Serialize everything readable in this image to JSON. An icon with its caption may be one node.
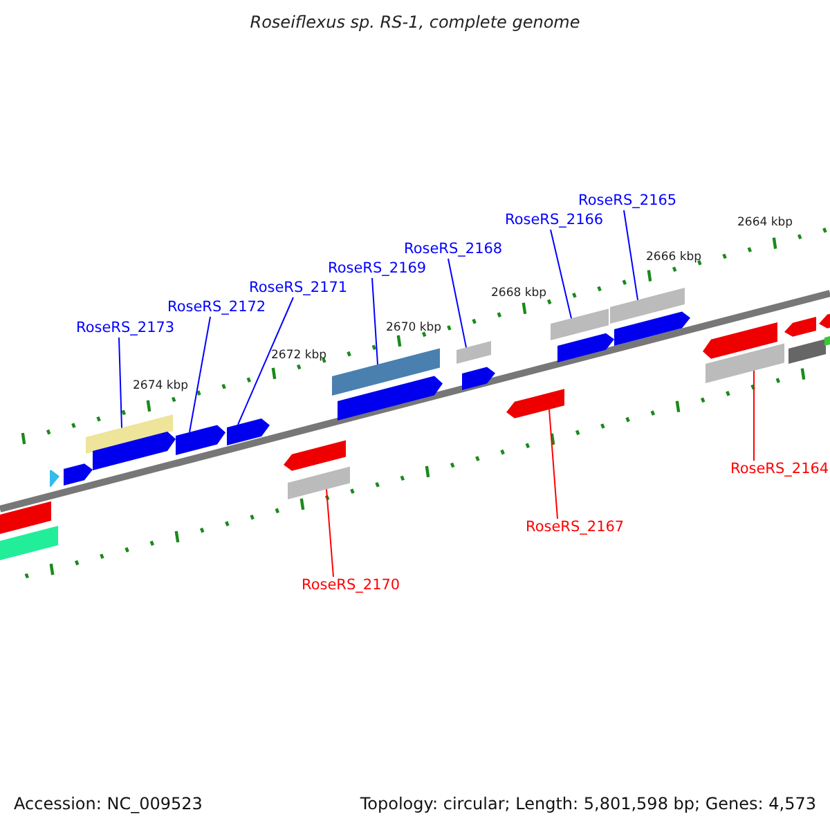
{
  "diagram": {
    "title": "Roseiflexus sp. RS-1, complete genome",
    "nodes": [
      {
        "text": [
          "RoseRS_2165"
        ]
      },
      {
        "text": [
          "RoseRS_2166"
        ]
      },
      {
        "text": [
          "RoseRS_2168"
        ]
      },
      {
        "text": [
          "RoseRS_2169"
        ]
      },
      {
        "text": [
          "RoseRS_2171"
        ]
      },
      {
        "text": [
          "RoseRS_2172"
        ]
      },
      {
        "text": [
          "RoseRS_2173"
        ]
      },
      {
        "text": [
          "RoseRS_2164"
        ]
      },
      {
        "text": [
          "RoseRS_2167"
        ]
      },
      {
        "text": [
          "RoseRS_2170"
        ]
      },
      {
        "text": [],
        "shape": "bar"
      },
      {
        "text": [],
        "shape": "bar"
      },
      {
        "text": [],
        "shape": "arrow"
      },
      {
        "text": [],
        "shape": "arrow"
      },
      {
        "text": [],
        "shape": "bar"
      },
      {
        "text": [],
        "shape": "arrow"
      },
      {
        "text": [],
        "shape": "arrow"
      },
      {
        "text": [],
        "shape": "arrow"
      },
      {
        "text": [],
        "shape": "arrow"
      },
      {
        "text": [],
        "shape": "bar"
      },
      {
        "text": [],
        "shape": "bar"
      },
      {
        "text": [],
        "shape": "arrow"
      },
      {
        "text": [],
        "shape": "bar"
      },
      {
        "text": [],
        "shape": "arrow"
      },
      {
        "text": [],
        "shape": "arrow"
      },
      {
        "text": [],
        "shape": "bar"
      },
      {
        "text": [],
        "shape": "arrow"
      },
      {
        "text": [],
        "shape": "bar"
      },
      {
        "text": [],
        "shape": "arrow"
      },
      {
        "text": [],
        "shape": "arrow"
      },
      {
        "text": [],
        "shape": "bar"
      },
      {
        "text": [],
        "shape": "arrow"
      },
      {
        "text": [],
        "shape": "bar"
      },
      {
        "text": [],
        "shape": "arrow"
      },
      {
        "text": [],
        "shape": "bar"
      }
    ],
    "edges": [
      {
        "from": 0,
        "to": 27,
        "arrow": "none"
      },
      {
        "from": 1,
        "to": 25,
        "arrow": "none"
      },
      {
        "from": 2,
        "to": 22,
        "arrow": "none"
      },
      {
        "from": 3,
        "to": 20,
        "arrow": "none"
      },
      {
        "from": 4,
        "to": 17,
        "arrow": "none"
      },
      {
        "from": 5,
        "to": 16,
        "arrow": "none"
      },
      {
        "from": 6,
        "to": 14,
        "arrow": "none"
      },
      {
        "from": 7,
        "to": 30,
        "arrow": "none",
        "color": "#ff0000"
      },
      {
        "from": 8,
        "to": 24,
        "arrow": "none",
        "color": "#ff0000"
      },
      {
        "from": 9,
        "to": 19,
        "arrow": "none",
        "color": "#ff0000"
      }
    ],
    "labels": [
      "2664 kbp",
      "2666 kbp",
      "2668 kbp",
      "2670 kbp",
      "2672 kbp",
      "2674 kbp",
      "Accession: NC_009523",
      "Topology: circular; Length: 5,801,598 bp; Genes: 4,573"
    ]
  }
}
